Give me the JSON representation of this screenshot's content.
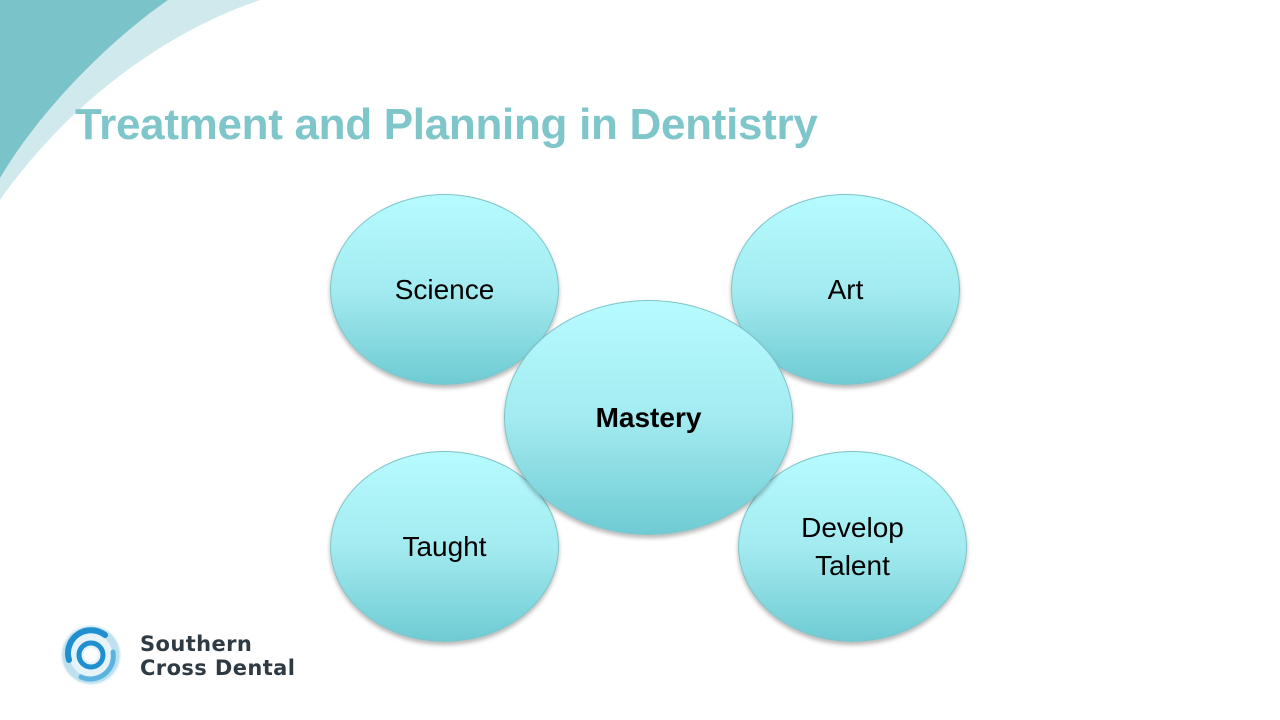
{
  "slide": {
    "title": "Treatment and Planning in Dentistry"
  },
  "diagram": {
    "center": "Mastery",
    "nodes": {
      "science": "Science",
      "art": "Art",
      "taught": "Taught",
      "talent_line1": "Develop",
      "talent_line2": "Talent"
    }
  },
  "logo": {
    "line1": "Southern",
    "line2": "Cross Dental",
    "icon": "ring-logo-icon"
  },
  "colors": {
    "title": "#7fc6cb",
    "bubble_top": "#b6fbff",
    "bubble_bottom": "#6fcbd3",
    "accent_teal": "#79c3c9",
    "logo_blue": "#1f8fd0"
  }
}
